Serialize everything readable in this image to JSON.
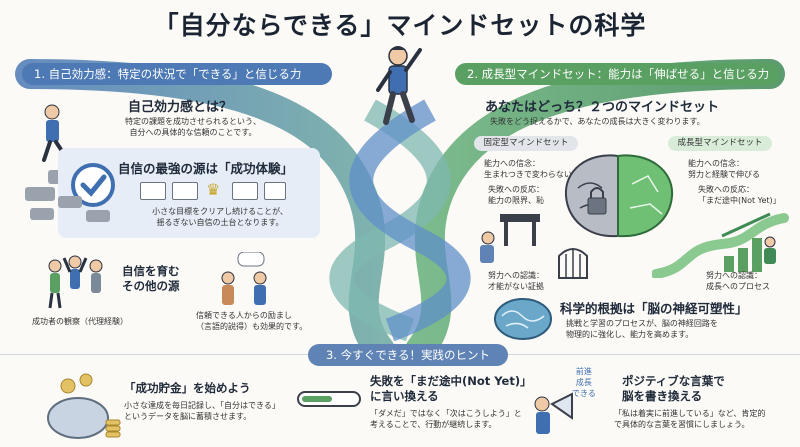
{
  "title": "「自分ならできる」マインドセットの科学",
  "section1": {
    "banner": "1. 自己効力感：特定の状況で「できる」と信じる力",
    "what_title": "自己効力感とは？",
    "what_desc_1": "特定の課題を成功させられるという、",
    "what_desc_2": "自分への具体的な信頼のことです。",
    "source_title": "自信の最強の源は「成功体験」",
    "source_desc_1": "小さな目標をクリアし続けることが、",
    "source_desc_2": "揺るぎない自信の土台となります。",
    "other_title_1": "自信を育む",
    "other_title_2": "その他の源",
    "vicarious": "成功者の観察（代理経験）",
    "persuasion_1": "信頼できる人からの励まし",
    "persuasion_2": "（言語的説得）も効果的です。"
  },
  "section2": {
    "banner": "2. 成長型マインドセット：能力は「伸ばせる」と信じる力",
    "which_title": "あなたはどっち？２つのマインドセット",
    "which_desc": "失敗をどう捉えるかで、あなたの成長は大きく変わります。",
    "fixed_label": "固定型マインドセット",
    "fixed_belief_1": "能力への信念：",
    "fixed_belief_2": "生まれつきで変わらない",
    "fixed_fail_1": "失敗への反応：",
    "fixed_fail_2": "能力の限界、恥",
    "fixed_effort_1": "努力への認識：",
    "fixed_effort_2": "才能がない証拠",
    "growth_label": "成長型マインドセット",
    "growth_belief_1": "能力への信念：",
    "growth_belief_2": "努力と経験で伸びる",
    "growth_fail_1": "失敗への反応：",
    "growth_fail_2": "「まだ途中(Not Yet)」",
    "growth_effort_1": "努力への認識：",
    "growth_effort_2": "成長へのプロセス",
    "neuro_title": "科学的根拠は「脳の神経可塑性」",
    "neuro_desc_1": "挑戦と学習のプロセスが、脳の神経回路を",
    "neuro_desc_2": "物理的に強化し、能力を高めます。"
  },
  "section3": {
    "banner": "3. 今すぐできる！実践のヒント",
    "tip1_title": "「成功貯金」を始めよう",
    "tip1_desc_1": "小さな達成を毎日記録し、「自分はできる」",
    "tip1_desc_2": "というデータを脳に蓄積させます。",
    "tip2_title_1": "失敗を「まだ途中(Not Yet)」",
    "tip2_title_2": "に言い換える",
    "tip2_desc_1": "「ダメだ」ではなく「次はこうしよう」と",
    "tip2_desc_2": "考えることで、行動が継続します。",
    "tip3_title_1": "ポジティブな言葉で",
    "tip3_title_2": "脳を書き換える",
    "tip3_desc_1": "「私は着実に前進している」など、肯定的",
    "tip3_desc_2": "で具体的な言葉を習慣にしましょう。",
    "megaphone_1": "前進",
    "megaphone_2": "成長",
    "megaphone_3": "できる"
  },
  "colors": {
    "blue": "#4d79b5",
    "green": "#5aa062",
    "ink": "#1a2433",
    "panel": "#e6edf6"
  }
}
